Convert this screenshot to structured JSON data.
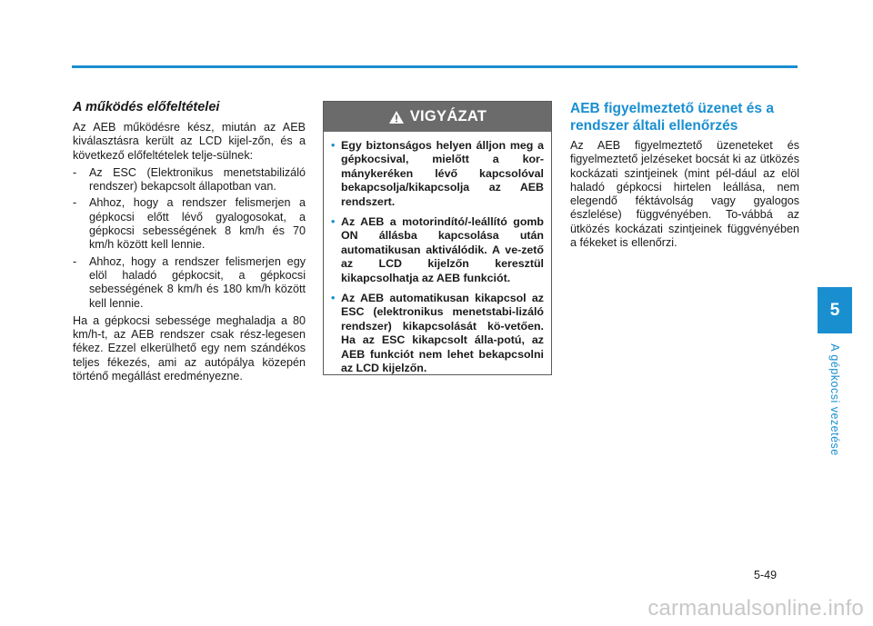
{
  "left": {
    "title": "A működés előfeltételei",
    "intro": "Az AEB működésre kész, miután az AEB kiválasztásra került az LCD kijel-zőn, és a következő előfeltételek telje-sülnek:",
    "conditions": [
      "Az ESC (Elektronikus menetstabilizáló rendszer) bekapcsolt állapotban van.",
      "Ahhoz, hogy a rendszer felismerjen a gépkocsi előtt lévő gyalogosokat, a gépkocsi sebességének 8 km/h és 70 km/h között kell lennie.",
      "Ahhoz, hogy a rendszer felismerjen egy elöl haladó gépkocsit, a gépkocsi sebességének 8 km/h és 180 km/h között kell lennie."
    ],
    "outro": "Ha a gépkocsi sebessége meghaladja a 80 km/h-t, az AEB rendszer csak rész-legesen fékez. Ezzel elkerülhető egy nem szándékos teljes fékezés, ami az autópálya közepén történő megállást eredményezne."
  },
  "caution": {
    "title": "VIGYÁZAT",
    "items": [
      "Egy biztonságos helyen álljon meg a gépkocsival, mielőtt a kor-mánykeréken lévő kapcsolóval bekapcsolja/kikapcsolja az AEB rendszert.",
      "Az AEB a motorindító/-leállító gomb ON állásba kapcsolása után automatikusan aktiválódik. A ve-zető az LCD kijelzőn keresztül kikapcsolhatja az AEB funkciót.",
      "Az AEB automatikusan kikapcsol az ESC (elektronikus menetstabi-lizáló rendszer) kikapcsolását kö-vetően. Ha az ESC kikapcsolt álla-potú, az AEB funkciót nem lehet bekapcsolni az LCD kijelzőn."
    ]
  },
  "right": {
    "title": "AEB figyelmeztető üzenet és a rendszer általi ellenőrzés",
    "body": "Az AEB figyelmeztető üzeneteket és figyelmeztető jelzéseket bocsát ki az ütközés kockázati szintjeinek (mint pél-dául az elöl haladó gépkocsi hirtelen leállása, nem elegendő féktávolság vagy gyalogos észlelése) függvényében. To-vábbá az ütközés kockázati szintjeinek függvényében a fékeket is ellenőrzi."
  },
  "chapter": {
    "number": "5",
    "label": "A gépkocsi vezetése"
  },
  "page_number": "5-49",
  "watermark": "carmanualsonline.info",
  "colors": {
    "accent": "#1a8fd0",
    "caution_header": "#6b6b6b"
  }
}
